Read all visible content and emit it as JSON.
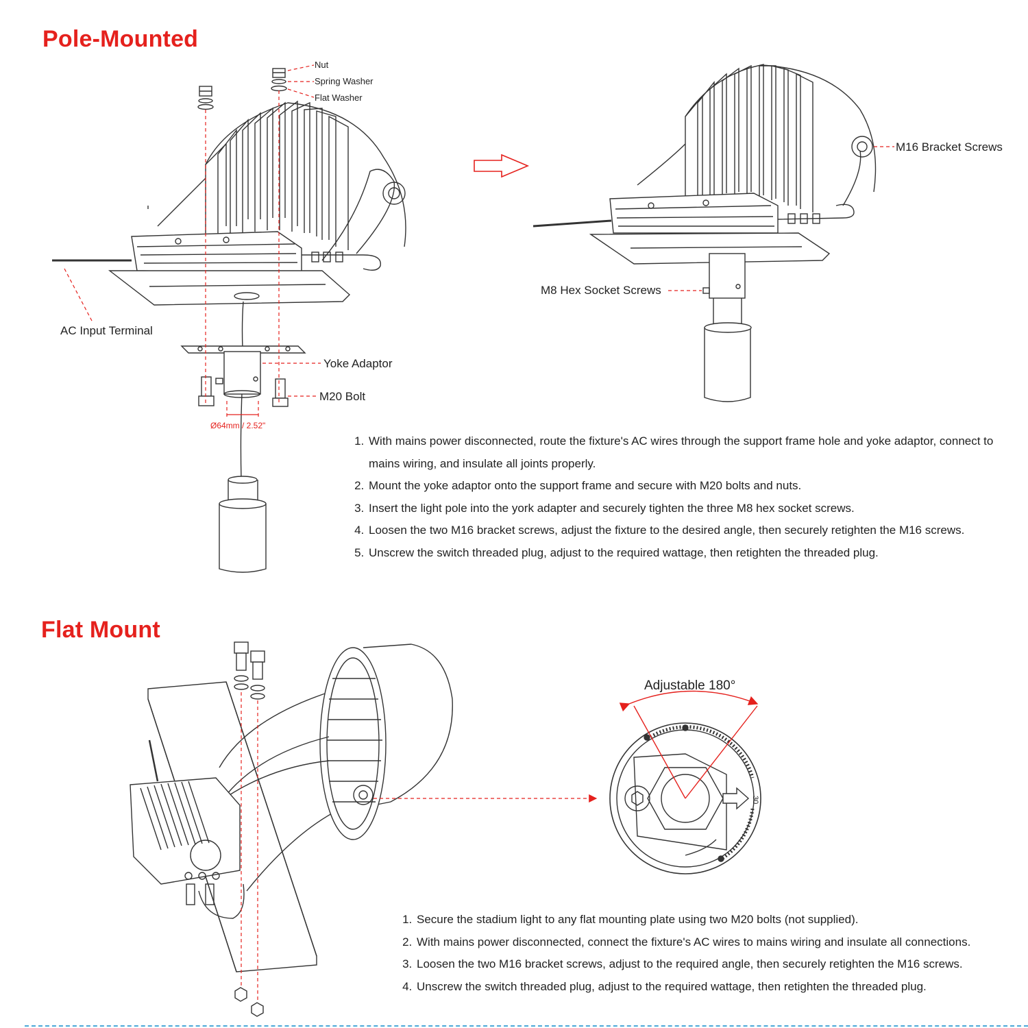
{
  "sections": {
    "pole": {
      "title": "Pole-Mounted",
      "labels": {
        "nut": "Nut",
        "spring_washer": "Spring Washer",
        "flat_washer": "Flat Washer",
        "ac_input": "AC Input Terminal",
        "yoke_adaptor": "Yoke Adaptor",
        "m20_bolt": "M20 Bolt",
        "diameter": "Ø64mm / 2.52\"",
        "m16_bracket": "M16 Bracket Screws",
        "m8_hex": "M8 Hex Socket Screws"
      },
      "steps": [
        "With mains power disconnected, route the fixture's AC wires through the support frame hole and yoke adaptor, connect to mains wiring, and insulate all joints properly.",
        "Mount the yoke adaptor onto the support frame and secure with M20 bolts and nuts.",
        "Insert the light pole into the york adapter and securely tighten the three M8 hex socket screws.",
        "Loosen the two M16 bracket screws, adjust the fixture to the desired angle, then securely retighten the M16 screws.",
        "Unscrew the switch threaded plug, adjust to the required wattage, then retighten the threaded plug."
      ]
    },
    "flat": {
      "title": "Flat Mount",
      "labels": {
        "adjustable": "Adjustable 180°",
        "dial_mark": "30"
      },
      "steps": [
        "Secure the stadium light to any flat mounting plate using two M20 bolts (not supplied).",
        "With mains power disconnected, connect the fixture's AC wires to mains wiring and insulate all connections.",
        "Loosen the two M16 bracket screws, adjust to the required angle, then securely retighten the M16 screws.",
        "Unscrew the switch threaded plug, adjust to the required wattage, then retighten the threaded plug."
      ]
    }
  },
  "colors": {
    "title_red": "#e5211d",
    "leader_red": "#e5211d",
    "line_art": "#333333",
    "divider_blue": "#4aa8d8"
  }
}
